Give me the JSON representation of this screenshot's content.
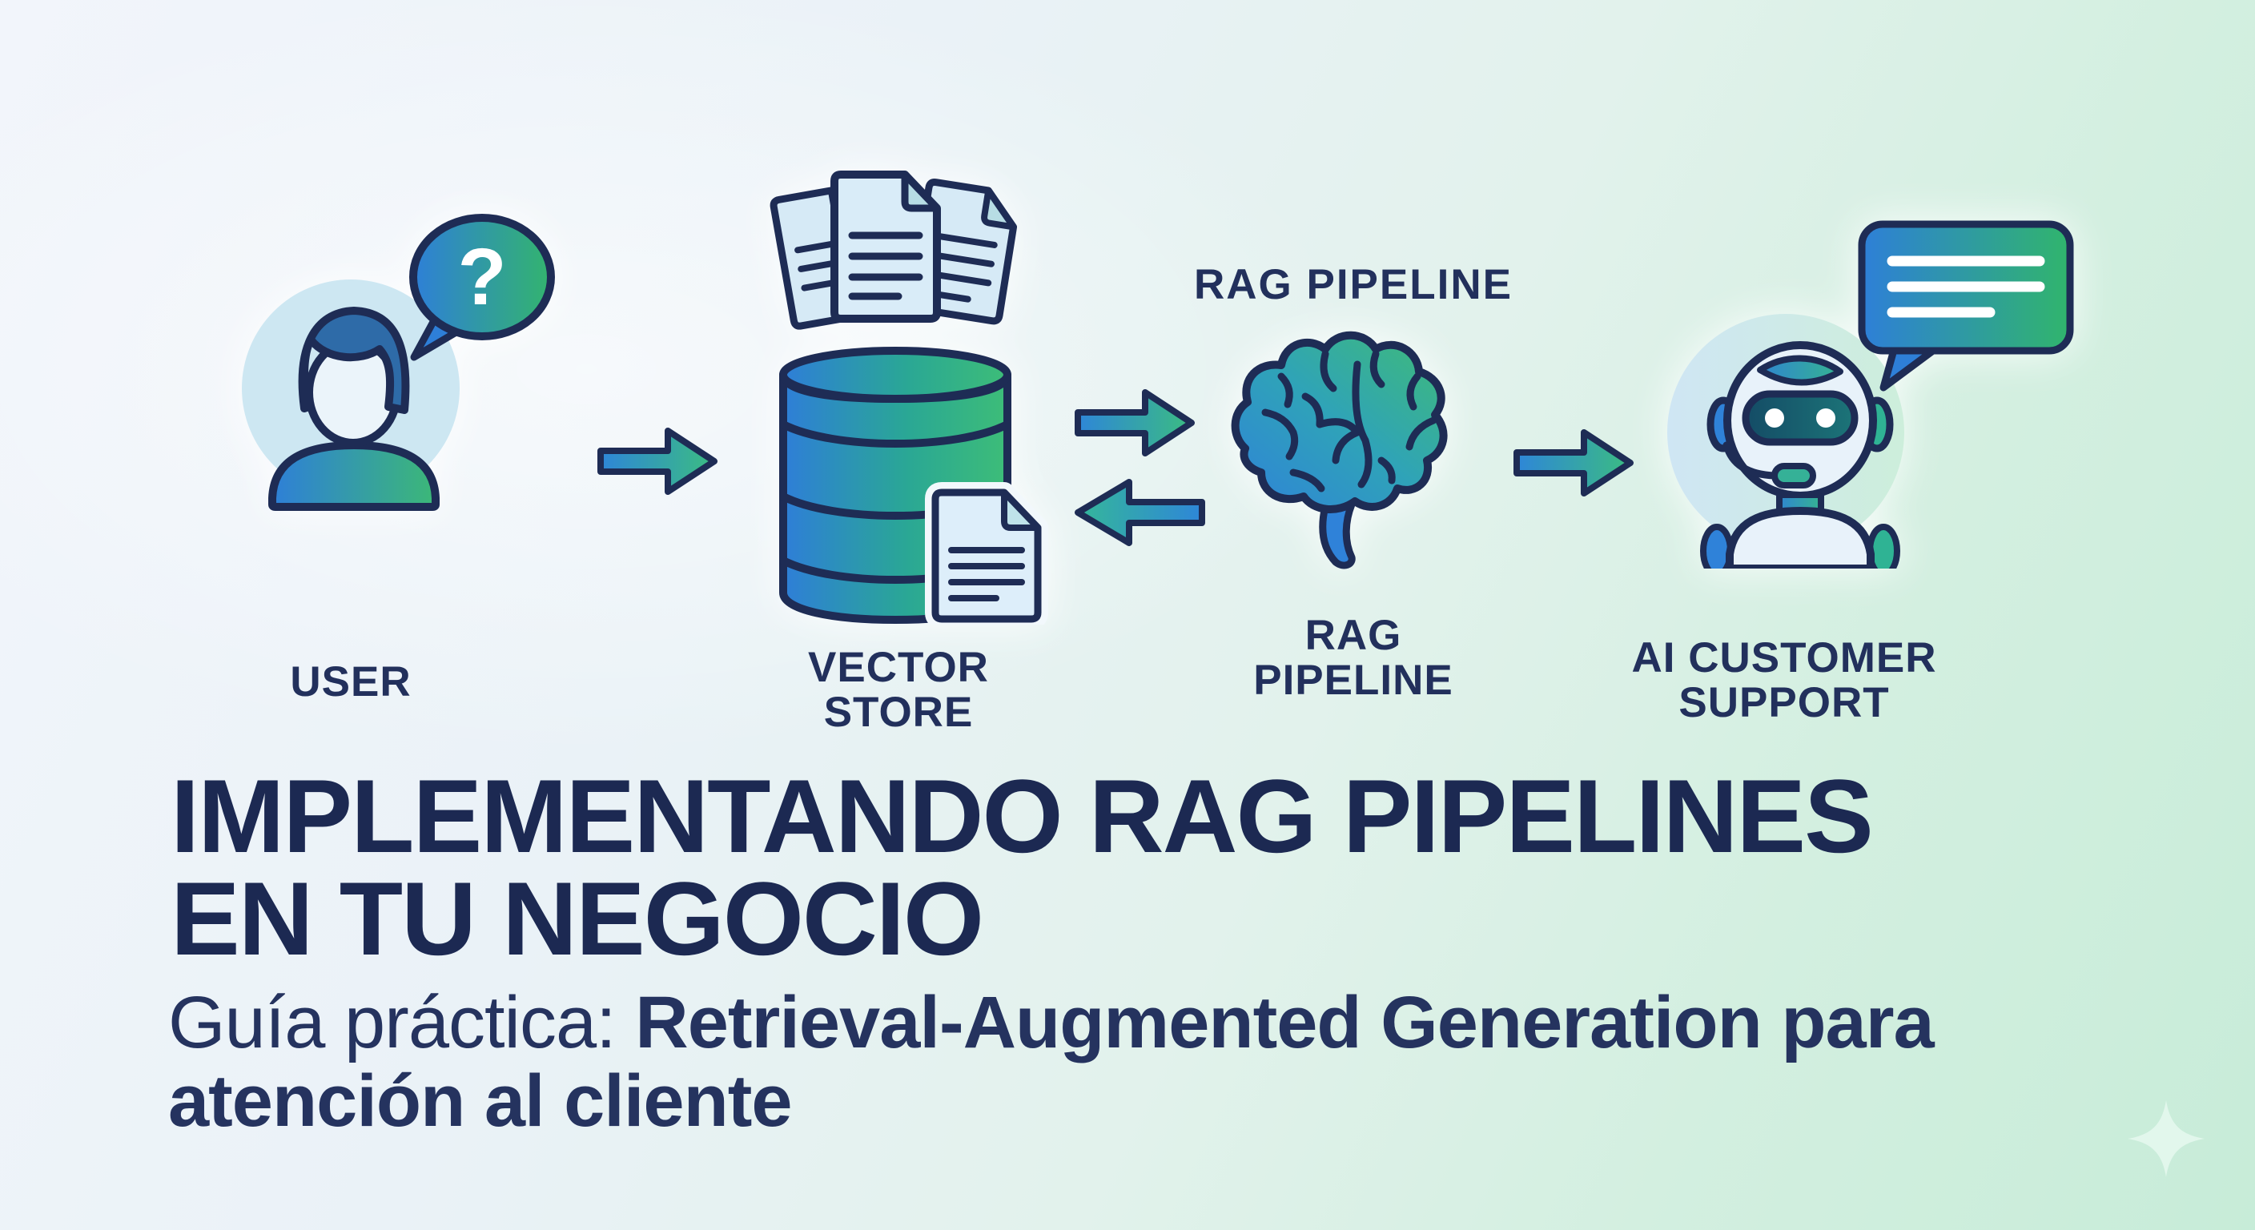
{
  "header_flow": {
    "user": {
      "label": "USER",
      "bubble_glyph": "?"
    },
    "vector_store": {
      "label_lines": [
        "VECTOR",
        "STORE"
      ]
    },
    "rag_pipeline": {
      "top_label": "RAG PIPELINE",
      "label_lines": [
        "RAG",
        "PIPELINE"
      ]
    },
    "ai_support": {
      "label_lines": [
        "AI CUSTOMER",
        "SUPPORT"
      ]
    }
  },
  "title": {
    "line1": "IMPLEMENTANDO RAG PIPELINES",
    "line2": "EN TU NEGOCIO"
  },
  "subtitle": {
    "lead": "Guía práctica: ",
    "emphasis": "Retrieval-Augmented Generation para",
    "line2": "atención al cliente"
  },
  "colors": {
    "ink_outline": "#1e2c55",
    "label_navy": "#22305c",
    "title_navy": "#1c2952",
    "blue": "#2e7fd8",
    "green": "#3bbc7c",
    "teal": "#2aa795",
    "light_blue_fill": "#d6eaf6",
    "bg_top_left": "#f2f5fb",
    "bg_bottom_right": "#c7ecd8"
  }
}
